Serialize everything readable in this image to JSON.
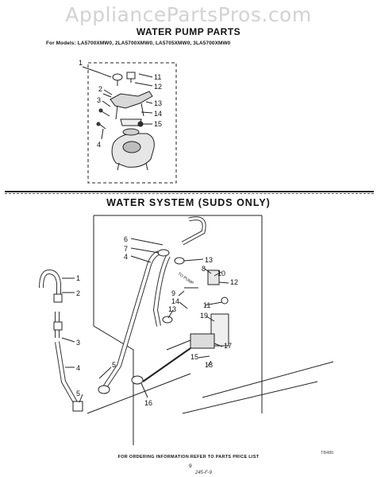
{
  "watermark": "AppliancePartsPros.com",
  "header": {
    "title": "WATER PUMP PARTS",
    "models": "For Models: LA5700XMW0, 2LA5700XMW0, LA5705XMW0, 3LA5700XMW0"
  },
  "section2": {
    "title": "WATER SYSTEM (SUDS ONLY)"
  },
  "top_callouts": [
    "1",
    "11",
    "12",
    "13",
    "14",
    "15",
    "2",
    "3",
    "4"
  ],
  "bottom_callouts": [
    "6",
    "7",
    "4",
    "1",
    "2",
    "3",
    "4",
    "5",
    "5",
    "13",
    "8",
    "10",
    "12",
    "9",
    "14",
    "13",
    "11",
    "19",
    "17",
    "15",
    "18",
    "16"
  ],
  "pump_label": "TO PUMP",
  "footer": {
    "ordering": "FOR ORDERING INFORMATION REFER TO PARTS PRICE LIST",
    "page": "9",
    "doc_ref": "245-F-9",
    "code": "TB480"
  }
}
